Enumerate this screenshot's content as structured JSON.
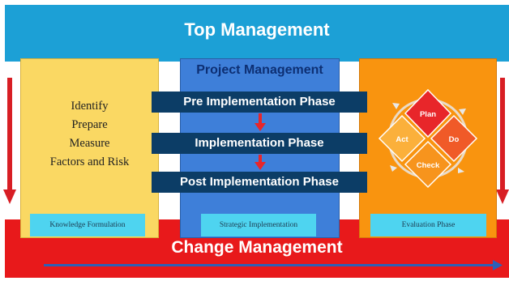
{
  "top_management": {
    "title": "Top Management"
  },
  "change_management": {
    "title": "Change Management"
  },
  "knowledge": {
    "lines": [
      "Identify",
      "Prepare",
      "Measure",
      "Factors and Risk"
    ],
    "footer": "Knowledge Formulation"
  },
  "project_management": {
    "title": "Project Management",
    "phases": [
      "Pre Implementation Phase",
      "Implementation Phase",
      "Post Implementation Phase"
    ],
    "footer": "Strategic Implementation"
  },
  "evaluation": {
    "cycle": [
      "Plan",
      "Do",
      "Check",
      "Act"
    ],
    "footer": "Evaluation Phase"
  },
  "colors": {
    "top_band": "#1ca0d6",
    "bottom_band": "#e8191b",
    "knowledge_column": "#fad863",
    "project_column": "#3e7fd9",
    "evaluation_column": "#f9940f",
    "phase_box": "#0c3d66",
    "footer_label": "#4ed4f0",
    "plan": "#e8262a",
    "do": "#f05a28",
    "check": "#f7941d",
    "act": "#fbb03b"
  }
}
